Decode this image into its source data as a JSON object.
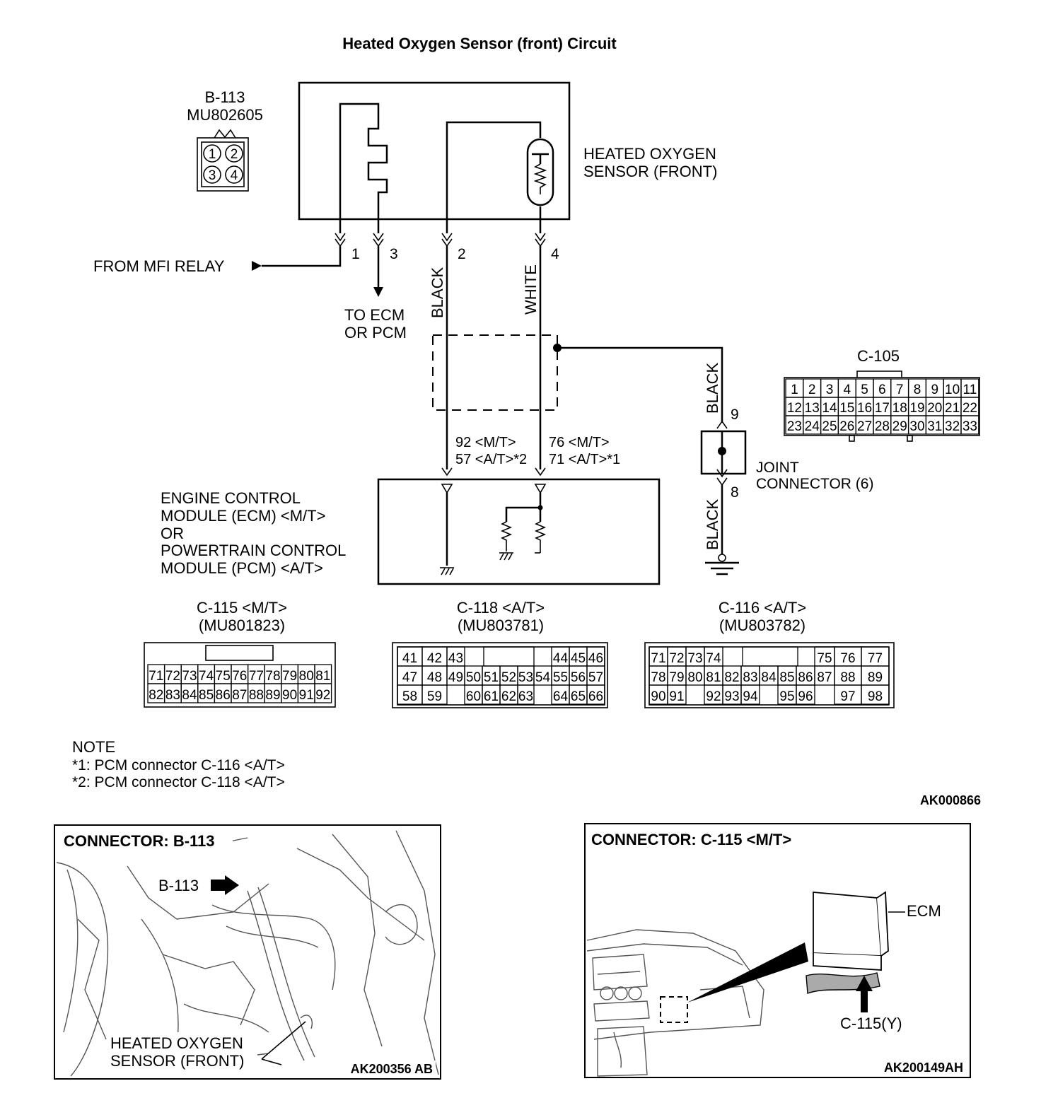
{
  "title": "Heated Oxygen Sensor (front) Circuit",
  "b113": {
    "id": "B-113",
    "part": "MU802605",
    "pins": [
      "1",
      "2",
      "3",
      "4"
    ]
  },
  "sensor_label": [
    "HEATED OXYGEN",
    "SENSOR (FRONT)"
  ],
  "pins": {
    "p1": "1",
    "p2": "2",
    "p3": "3",
    "p4": "4",
    "p9": "9",
    "p8": "8"
  },
  "from_mfi": "FROM MFI RELAY",
  "to_ecm": [
    "TO ECM",
    "OR PCM"
  ],
  "wires": {
    "black": "BLACK",
    "white": "WHITE"
  },
  "ecm_terms": {
    "left": [
      "92 <M/T>",
      "57 <A/T>*2"
    ],
    "right": [
      "76 <M/T>",
      "71 <A/T>*1"
    ]
  },
  "joint": [
    "JOINT",
    "CONNECTOR (6)"
  ],
  "ecm_label": [
    "ENGINE CONTROL",
    "MODULE (ECM) <M/T>",
    "OR",
    "POWERTRAIN CONTROL",
    "MODULE (PCM) <A/T>"
  ],
  "c105": {
    "id": "C-105",
    "rows": [
      [
        "1",
        "2",
        "3",
        "4",
        "5",
        "6",
        "7",
        "8",
        "9",
        "10",
        "11"
      ],
      [
        "12",
        "13",
        "14",
        "15",
        "16",
        "17",
        "18",
        "19",
        "20",
        "21",
        "22"
      ],
      [
        "23",
        "24",
        "25",
        "26",
        "27",
        "28",
        "29",
        "30",
        "31",
        "32",
        "33"
      ]
    ]
  },
  "c115": {
    "label": [
      "C-115 <M/T>",
      "(MU801823)"
    ],
    "rows": [
      [
        "71",
        "72",
        "73",
        "74",
        "75",
        "76",
        "77",
        "78",
        "79",
        "80",
        "81"
      ],
      [
        "82",
        "83",
        "84",
        "85",
        "86",
        "87",
        "88",
        "89",
        "90",
        "91",
        "92"
      ]
    ]
  },
  "c118": {
    "label": [
      "C-118 <A/T>",
      "(MU803781)"
    ],
    "cells": [
      "41",
      "42",
      "43",
      "44",
      "45",
      "46",
      "47",
      "48",
      "49",
      "50",
      "51",
      "52",
      "53",
      "54",
      "55",
      "56",
      "57",
      "58",
      "59",
      "60",
      "61",
      "62",
      "63",
      "64",
      "65",
      "66"
    ]
  },
  "c116": {
    "label": [
      "C-116 <A/T>",
      "(MU803782)"
    ],
    "cells": [
      "71",
      "72",
      "73",
      "74",
      "75",
      "76",
      "77",
      "78",
      "79",
      "80",
      "81",
      "82",
      "83",
      "84",
      "85",
      "86",
      "87",
      "88",
      "89",
      "90",
      "91",
      "92",
      "93",
      "94",
      "95",
      "96",
      "97",
      "98"
    ]
  },
  "note": {
    "heading": "NOTE",
    "lines": [
      "*1: PCM connector C-116 <A/T>",
      "*2: PCM connector C-118 <A/T>"
    ]
  },
  "diagram_code": "AK000866",
  "panel_left": {
    "title": "CONNECTOR: B-113",
    "pointer": "B-113",
    "sensor": [
      "HEATED OXYGEN",
      "SENSOR (FRONT)"
    ],
    "code": "AK200356 AB"
  },
  "panel_right": {
    "title": "CONNECTOR: C-115 <M/T>",
    "ecm": "ECM",
    "conn": "C-115(Y)",
    "code": "AK200149AH"
  }
}
